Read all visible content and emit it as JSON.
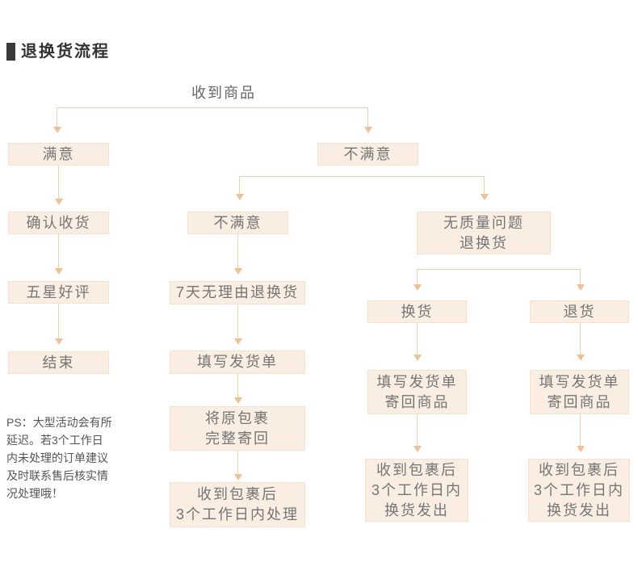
{
  "page": {
    "title": "退换货流程",
    "ps_note": "PS：大型活动会有所\n延迟。若3个工作日\n内未处理的订单建议\n及时联系售后核实情\n况处理哦！"
  },
  "colors": {
    "box_fill": "#faeee3",
    "box_border": "#f5e1ce",
    "connector_line": "#f2cfad",
    "arrowhead": "#edc096",
    "box_text": "#757575",
    "title_text": "#333333",
    "title_marker": "#3a3a3a",
    "note_text": "#555555"
  },
  "nodes": {
    "received_goods": "收到商品",
    "satisfied": "满意",
    "confirm_receipt": "确认收货",
    "five_star_review": "五星好评",
    "end": "结束",
    "unsatisfied_1": "不满意",
    "unsatisfied_2": "不满意",
    "seven_day_return": "7天无理由退换货",
    "fill_shipping_form": "填写发货单",
    "return_original_package": "将原包裹\n完整寄回",
    "process_in_3_days": "收到包裹后\n3个工作日内处理",
    "no_quality_issue_return": "无质量问题\n退换货",
    "exchange": "换货",
    "refund": "退货",
    "fill_form_return_left": "填写发货单\n寄回商品",
    "fill_form_return_right": "填写发货单\n寄回商品",
    "package_received_exchange_left": "收到包裹后\n3个工作日内\n换货发出",
    "package_received_exchange_right": "收到包裹后\n3个工作日内\n换货发出"
  }
}
